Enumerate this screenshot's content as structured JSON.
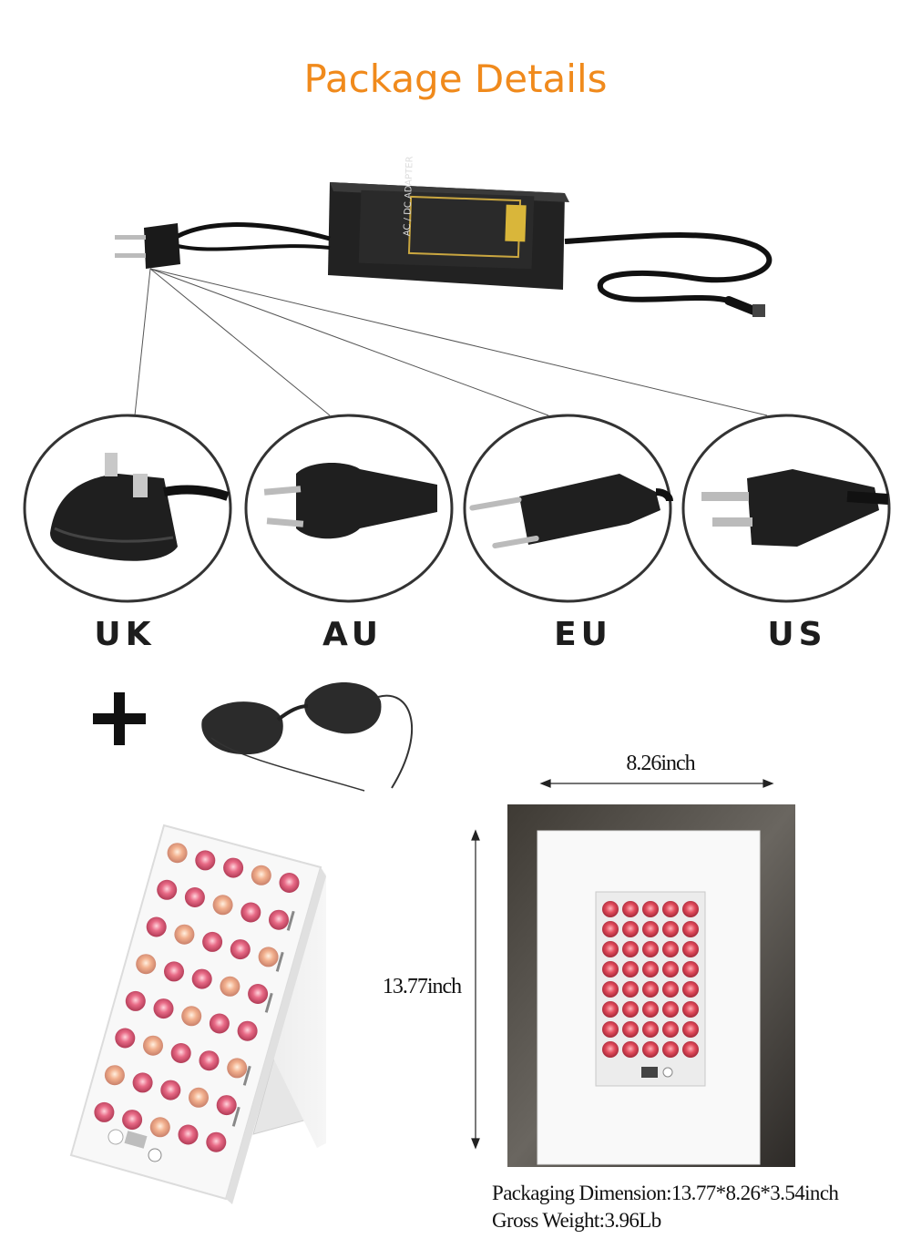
{
  "title": "Package Details",
  "plug_types": [
    {
      "label": "UK"
    },
    {
      "label": "AU"
    },
    {
      "label": "EU"
    },
    {
      "label": "US"
    }
  ],
  "adapter": {
    "label": "AC / DC ADAPTER"
  },
  "plus_symbol": "+",
  "dimensions": {
    "width": "8.26inch",
    "height": "13.77inch"
  },
  "specs": {
    "packaging_dimension": "Packaging Dimension:13.77*8.26*3.54inch",
    "gross_weight": "Gross Weight:3.96Lb"
  },
  "colors": {
    "title": "#f08a1c",
    "led_red": "#e0506a",
    "led_amber": "#f0b090"
  }
}
